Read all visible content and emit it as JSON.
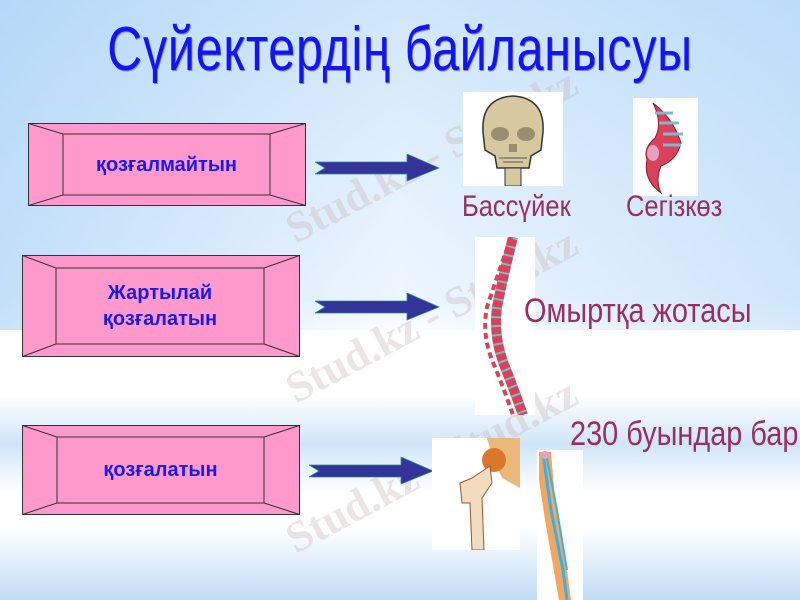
{
  "title": "Сүйектердің  байланысуы",
  "boxes": [
    {
      "label": "қозғалмайтын"
    },
    {
      "label_line1": "Жартылай",
      "label_line2": "қозғалатын"
    },
    {
      "label": "қозғалатын"
    }
  ],
  "labels": {
    "skull": "Бассүйек",
    "sacrum": "Сегізкөз",
    "spine": "Омыртқа  жотасы",
    "joints": "230 буындар  бар"
  },
  "watermark": "Stud.kz",
  "colors": {
    "box_fill": "#ff99cc",
    "box_text": "#1a1ae6",
    "arrow": "#333399",
    "title": "#1414f0",
    "label": "#9a2d62"
  }
}
